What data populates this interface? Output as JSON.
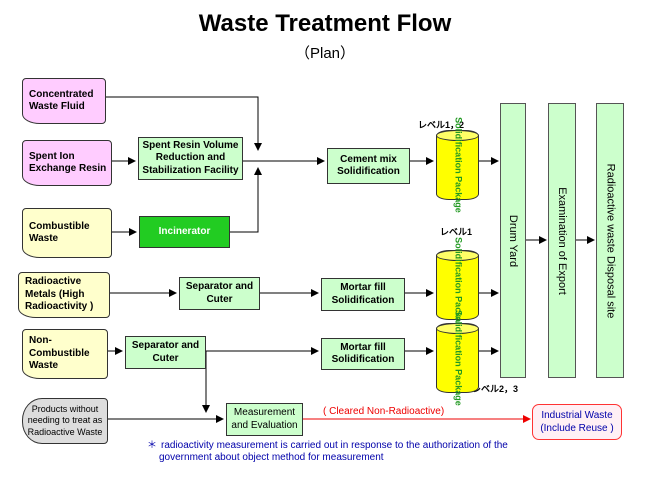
{
  "title": "Waste Treatment Flow",
  "subtitle": "（Plan）",
  "sources": {
    "concentrated": "Concentrated Waste Fluid",
    "spent_ion": "Spent  Ion Exchange Resin",
    "combustible": "Combustible Waste",
    "radioactive_metals": "Radioactive Metals (High Radioactivity )",
    "non_combustible": "Non-Combustible Waste",
    "products": "Products without needing to treat as Radioactive Waste"
  },
  "processes": {
    "spent_resin_facility": "Spent Resin Volume Reduction  and Stabilization Facility",
    "incinerator": "Incinerator",
    "separator_1": "Separator and Cuter",
    "separator_2": "Separator and Cuter",
    "cement_mix": "Cement mix Solidification",
    "mortar_1": "Mortar fill Solidification",
    "mortar_2": "Mortar fill Solidification",
    "measurement": "Measurement and Evaluation"
  },
  "packages": {
    "label": "Solidification Package",
    "level_12": "レベル1，2",
    "level_1": "レベル1",
    "level_23": "レベル2，3"
  },
  "stages": {
    "drum_yard": "Drum Yard",
    "examination": "Examination of Export",
    "disposal": "Radioactive waste Disposal site"
  },
  "cleared_label": "( Cleared Non-Radioactive)",
  "industrial_waste": {
    "line1": "Industrial Waste",
    "line2": "(Include Reuse )"
  },
  "footnote": {
    "mark": "＊",
    "line1": "radioactivity measurement is carried out in response to the authorization of the",
    "line2": "government about object method for measurement"
  },
  "colors": {
    "process_green": "#ccffcc",
    "incinerator_green": "#22cc22",
    "liquid_pink": "#ffccff",
    "solid_cream": "#ffffcc",
    "package_yellow": "#ffff00",
    "package_text": "#229922",
    "cleared_red": "#ee0000",
    "note_blue": "#0000aa"
  }
}
